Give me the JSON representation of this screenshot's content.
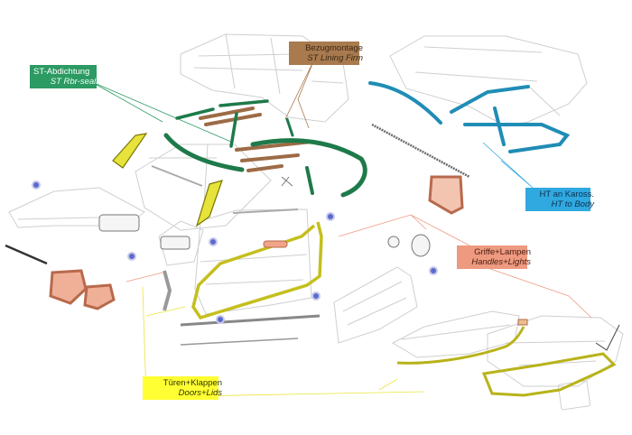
{
  "colors": {
    "lining": "#a87a4e",
    "rbr_seals": "#2c9a63",
    "hardtop": "#30a8e0",
    "handles": "#ee9a80",
    "doors": "#ffff33",
    "lining_seal": "#9c6b46",
    "green_seal": "#1e7a4a",
    "blue_seal": "#1f8db5",
    "yellow_seal": "#d6d32a",
    "salmon_part": "#d98a6a",
    "outline": "#c8c8c8",
    "dark_part": "#555555"
  },
  "labels": {
    "lining": {
      "de": "Bezugmontage",
      "en": "ST Lining Firm"
    },
    "rbr_seals": {
      "de": "ST-Abdichtung",
      "en": "ST Rbr-seals"
    },
    "hardtop": {
      "de": "HT an Kaross.",
      "en": "HT to Body"
    },
    "handles": {
      "de": "Griffe+Lampen",
      "en": "Handles+Lights"
    },
    "doors": {
      "de": "Türen+Klappen",
      "en": "Doors+Lids"
    }
  }
}
